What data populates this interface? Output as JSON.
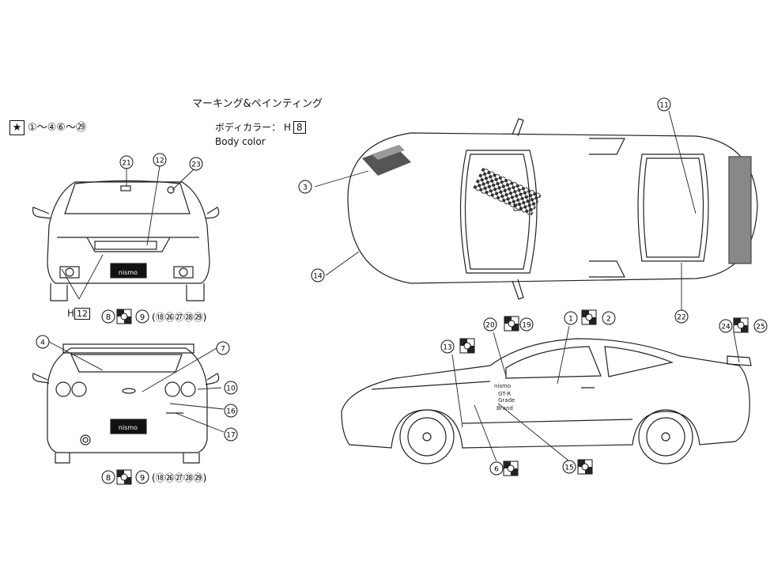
{
  "header": {
    "title": "マーキング&ペインティング",
    "body_color_jp": "ボディカラー：",
    "body_color_code_prefix": "H",
    "body_color_code": "8",
    "body_color_en": "Body color"
  },
  "star_legend": {
    "star_icon": "★",
    "sequence": "①～④⑥～㉙"
  },
  "front_view": {
    "paint_prefix": "H",
    "paint_code": "12",
    "callouts": [
      "21",
      "12",
      "23"
    ],
    "decal_row": {
      "main": "8",
      "then": "9",
      "list": "(⑱㉖㉗㉘㉙)"
    },
    "plate_text": "nismo"
  },
  "rear_view": {
    "callouts": [
      "4",
      "7",
      "10",
      "16",
      "17"
    ],
    "decal_row": {
      "main": "8",
      "then": "9",
      "list": "(⑱㉖㉗㉘㉙)"
    },
    "plate_text": "nismo"
  },
  "top_view": {
    "callouts": [
      "3",
      "14",
      "11",
      "22"
    ]
  },
  "side_view": {
    "callouts": [
      "13",
      "20",
      "19",
      "1",
      "2",
      "24",
      "25",
      "6",
      "15"
    ]
  }
}
